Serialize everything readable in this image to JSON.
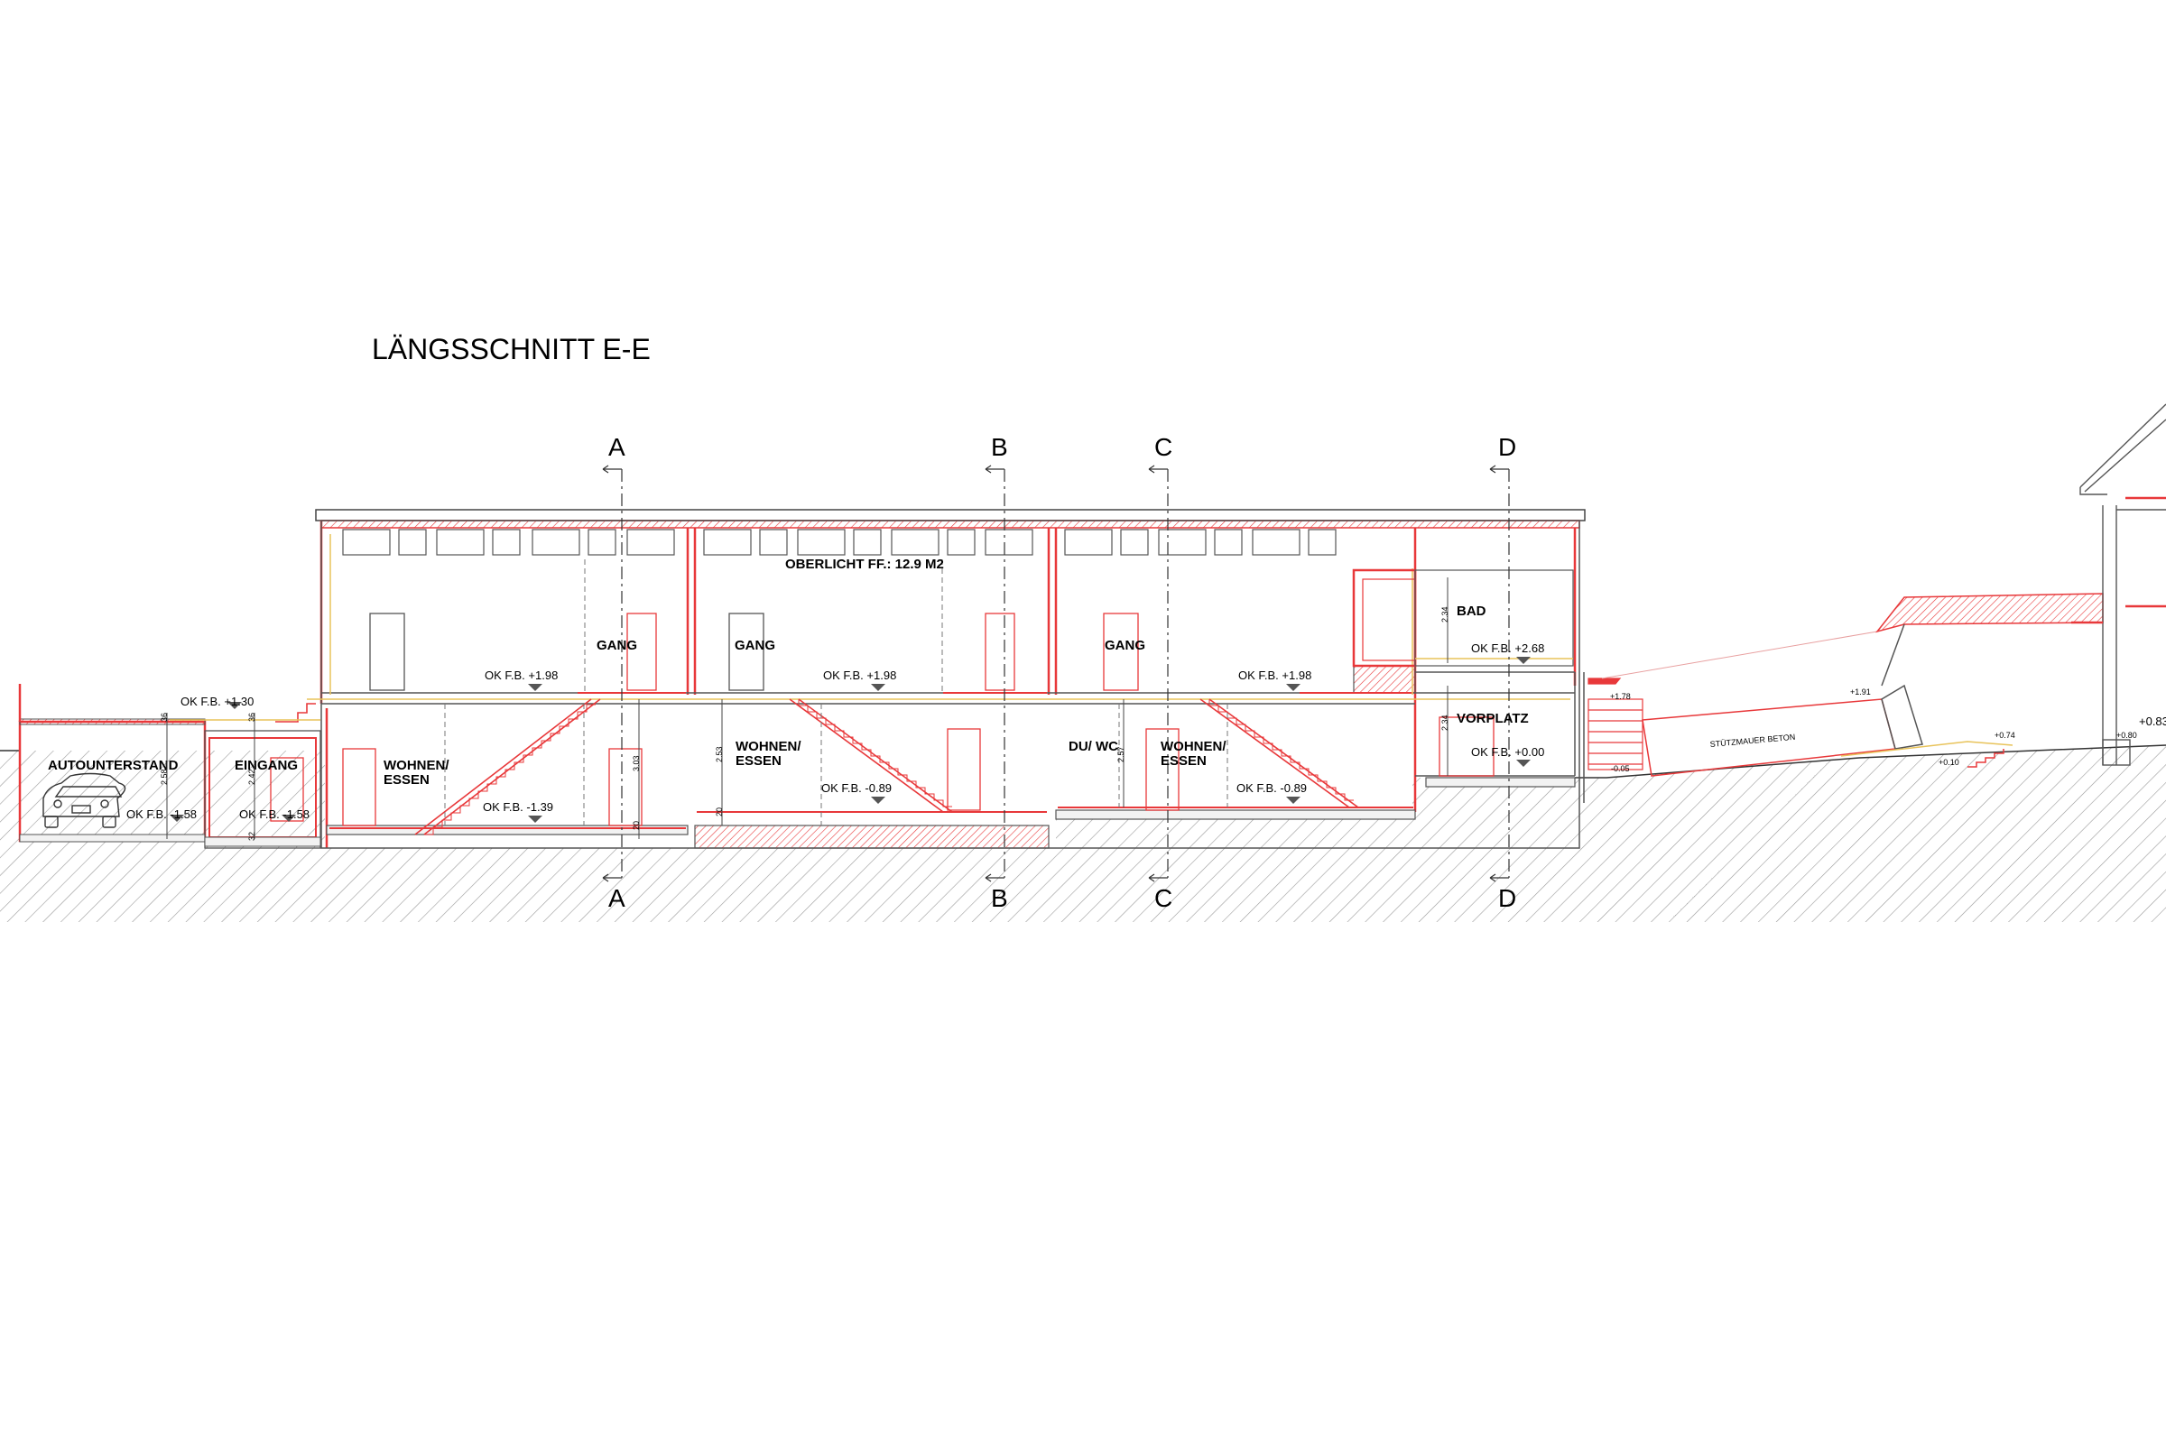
{
  "title": "LÄNGSSCHNITT E-E",
  "section_markers": [
    "A",
    "B",
    "C",
    "D"
  ],
  "rooms": {
    "autounterstand": "AUTOUNTERSTAND",
    "eingang": "EINGANG",
    "wohnen1": [
      "WOHNEN/",
      "ESSEN"
    ],
    "gang1": "GANG",
    "gang2": "GANG",
    "wohnen2": [
      "WOHNEN/",
      "ESSEN"
    ],
    "oberlicht": "OBERLICHT FF.: 12.9 M2",
    "gang3": "GANG",
    "du_wc": "DU/ WC",
    "wohnen3": [
      "WOHNEN/",
      "ESSEN"
    ],
    "bad": "BAD",
    "vorplatz": "VORPLATZ"
  },
  "levels": {
    "eingang_top": "OK F.B. +1.30",
    "autounterstand": "OK F.B. -1.58",
    "eingang": "OK F.B. -1.58",
    "upper1": "OK F.B. +1.98",
    "lower1": "OK F.B. -1.39",
    "upper2": "OK F.B. +1.98",
    "lower2": "OK F.B. -0.89",
    "upper3": "OK F.B. +1.98",
    "lower3": "OK F.B. -0.89",
    "bad": "OK F.B. +2.68",
    "vorplatz": "OK F.B. +0.00"
  },
  "site": {
    "wall_label": "STÜTZMAUER BETON",
    "elev_178": "+1.78",
    "elev_191": "+1.91",
    "elev_005": "-0.05",
    "elev_074": "+0.74",
    "elev_010": "+0.10",
    "elev_080": "+0.80",
    "elev_083": "+0.83"
  },
  "dims": {
    "d258": "2.58",
    "d242": "2.42",
    "d303": "3.03",
    "d253": "2.53",
    "d257": "2.57",
    "d234a": "2.34",
    "d234b": "2.34",
    "d36a": "36",
    "d36b": "36",
    "d20a": "20",
    "d20b": "20",
    "d32": "32"
  },
  "colors": {
    "wall": "#e8383a",
    "hatch": "#ec6a6a",
    "line": "#555555",
    "yellow": "#e8c35a"
  }
}
